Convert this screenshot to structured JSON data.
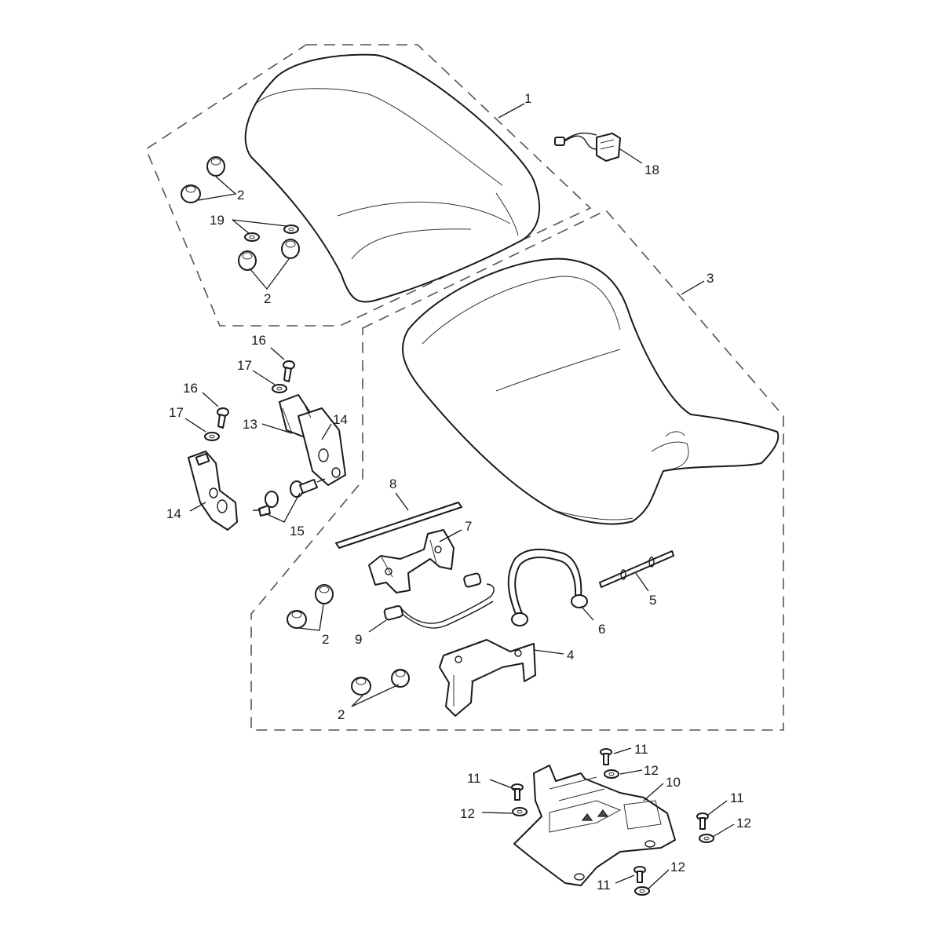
{
  "callouts": {
    "c1": "1",
    "c2a": "2",
    "c2b": "2",
    "c2c": "2",
    "c2d": "2",
    "c3": "3",
    "c4": "4",
    "c5": "5",
    "c6": "6",
    "c7": "7",
    "c8": "8",
    "c9": "9",
    "c10": "10",
    "c11a": "11",
    "c11b": "11",
    "c11c": "11",
    "c11d": "11",
    "c12a": "12",
    "c12b": "12",
    "c12c": "12",
    "c12d": "12",
    "c13": "13",
    "c14a": "14",
    "c14b": "14",
    "c15": "15",
    "c16a": "16",
    "c16b": "16",
    "c17a": "17",
    "c17b": "17",
    "c18": "18",
    "c19": "19"
  }
}
